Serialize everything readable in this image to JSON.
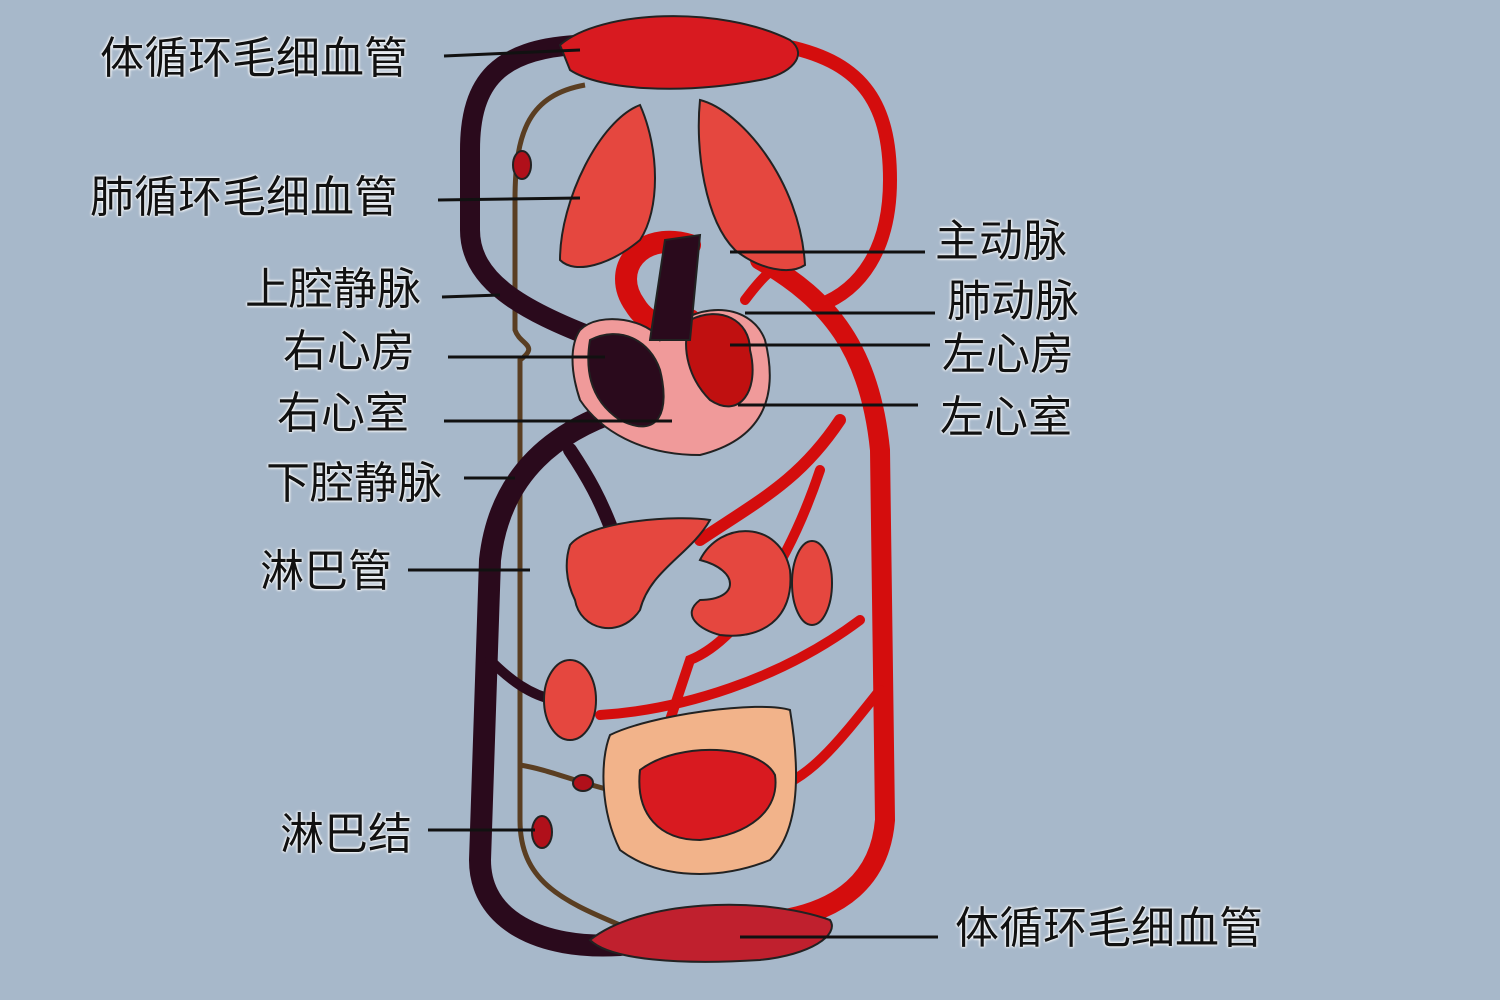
{
  "labels_left": {
    "systemic_capillaries_top": "体循环毛细血管",
    "pulmonary_capillaries": "肺循环毛细血管",
    "superior_vena_cava": "上腔静脉",
    "right_atrium": "右心房",
    "right_ventricle": "右心室",
    "inferior_vena_cava": "下腔静脉",
    "lymph_vessel": "淋巴管",
    "lymph_node": "淋巴结"
  },
  "labels_right": {
    "aorta": "主动脉",
    "pulmonary_artery": "肺动脉",
    "left_atrium": "左心房",
    "left_ventricle": "左心室",
    "systemic_capillaries_bottom": "体循环毛细血管"
  },
  "colors": {
    "background": "#a7b8ca",
    "artery": "#d40d0d",
    "vein": "#2a0a1c",
    "lymph": "#6b4a2a",
    "organ": "#e84a3a"
  }
}
